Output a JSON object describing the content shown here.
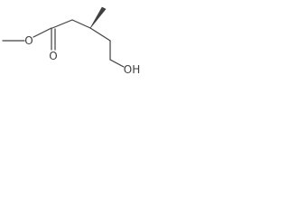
{
  "structure": {
    "atoms": [
      {
        "id": "methoxy-oxygen",
        "label": "O"
      },
      {
        "id": "carbonyl-oxygen",
        "label": "O"
      },
      {
        "id": "hydroxyl",
        "label": "OH"
      }
    ],
    "bond_color": "#404040",
    "label_color": "#404040"
  }
}
